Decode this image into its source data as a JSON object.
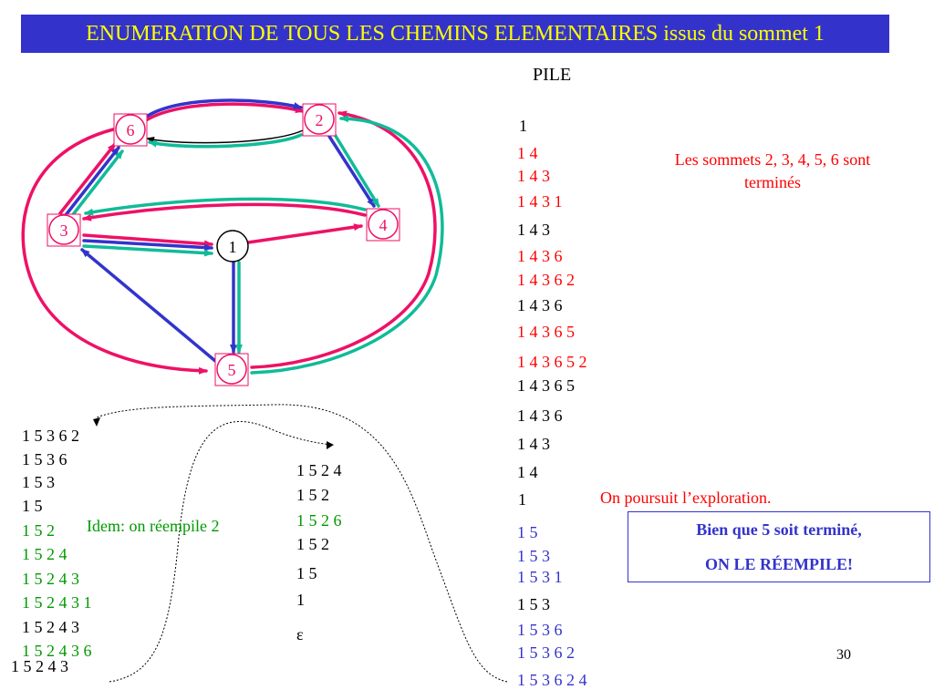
{
  "title": "ENUMERATION DE TOUS LES CHEMINS ELEMENTAIRES issus du sommet 1",
  "pile_title": "PILE",
  "nodes": [
    {
      "id": "1",
      "label": "1"
    },
    {
      "id": "2",
      "label": "2"
    },
    {
      "id": "3",
      "label": "3"
    },
    {
      "id": "4",
      "label": "4"
    },
    {
      "id": "5",
      "label": "5"
    },
    {
      "id": "6",
      "label": "6"
    }
  ],
  "pile_entries": [
    {
      "text": "1",
      "color": "black"
    },
    {
      "text": "1 4",
      "color": "red"
    },
    {
      "text": "1 4 3",
      "color": "red"
    },
    {
      "text": "1 4 3 1",
      "color": "red"
    },
    {
      "text": "1 4 3",
      "color": "black"
    },
    {
      "text": "1 4 3 6",
      "color": "red"
    },
    {
      "text": "1 4 3 6 2",
      "color": "red"
    },
    {
      "text": "1 4 3 6",
      "color": "black"
    },
    {
      "text": "1 4 3 6 5",
      "color": "red"
    },
    {
      "text": "1 4 3 6 5 2",
      "color": "red"
    },
    {
      "text": "1 4 3 6 5",
      "color": "black"
    },
    {
      "text": "1 4 3 6",
      "color": "black"
    },
    {
      "text": "1 4 3",
      "color": "black"
    },
    {
      "text": "1 4",
      "color": "black"
    },
    {
      "text": "1",
      "color": "black"
    },
    {
      "text": "1 5",
      "color": "blue"
    },
    {
      "text": "1 5 3",
      "color": "blue"
    },
    {
      "text": "1 5 3 1",
      "color": "blue"
    },
    {
      "text": "1 5 3",
      "color": "black"
    },
    {
      "text": "1 5 3 6",
      "color": "blue"
    },
    {
      "text": "1 5 3 6 2",
      "color": "blue"
    },
    {
      "text": "1 5 3 6 2 4",
      "color": "blue"
    }
  ],
  "left_column": [
    {
      "text": "1 5 3 6 2",
      "color": "black"
    },
    {
      "text": "1 5 3 6",
      "color": "black"
    },
    {
      "text": "1 5 3",
      "color": "black"
    },
    {
      "text": "1 5",
      "color": "black"
    },
    {
      "text": "1 5 2",
      "color": "green"
    },
    {
      "text": "1 5 2 4",
      "color": "green"
    },
    {
      "text": "1 5 2 4 3",
      "color": "green"
    },
    {
      "text": "1 5 2 4 3 1",
      "color": "green"
    },
    {
      "text": "1 5 2 4 3",
      "color": "black"
    },
    {
      "text": "1 5 2 4 3 6",
      "color": "green"
    },
    {
      "text": "1 5 2 4 3",
      "color": "black"
    }
  ],
  "middle_column": [
    {
      "text": "1 5 2 4",
      "color": "black"
    },
    {
      "text": "1 5 2",
      "color": "black"
    },
    {
      "text": "1 5 2 6",
      "color": "green"
    },
    {
      "text": "1 5 2",
      "color": "black"
    },
    {
      "text": "1 5",
      "color": "black"
    },
    {
      "text": "1",
      "color": "black"
    },
    {
      "text": "ε",
      "color": "black"
    }
  ],
  "notes": {
    "termines": "Les sommets 2, 3, 4, 5, 6 sont terminés",
    "explore": "On poursuit l’exploration.",
    "idem": "Idem: on réempile 2",
    "box_line1": "Bien que 5 soit terminé,",
    "box_line2": "ON LE RÉEMPILE!"
  },
  "page_number": "30",
  "colors": {
    "title_bg": "#3333cc",
    "title_text": "#ffff00",
    "red": "#ff0000",
    "blue": "#3333cc",
    "green": "#009900",
    "edge_pink": "#ee1166",
    "edge_blue": "#3333cc",
    "edge_teal": "#11bb99"
  }
}
